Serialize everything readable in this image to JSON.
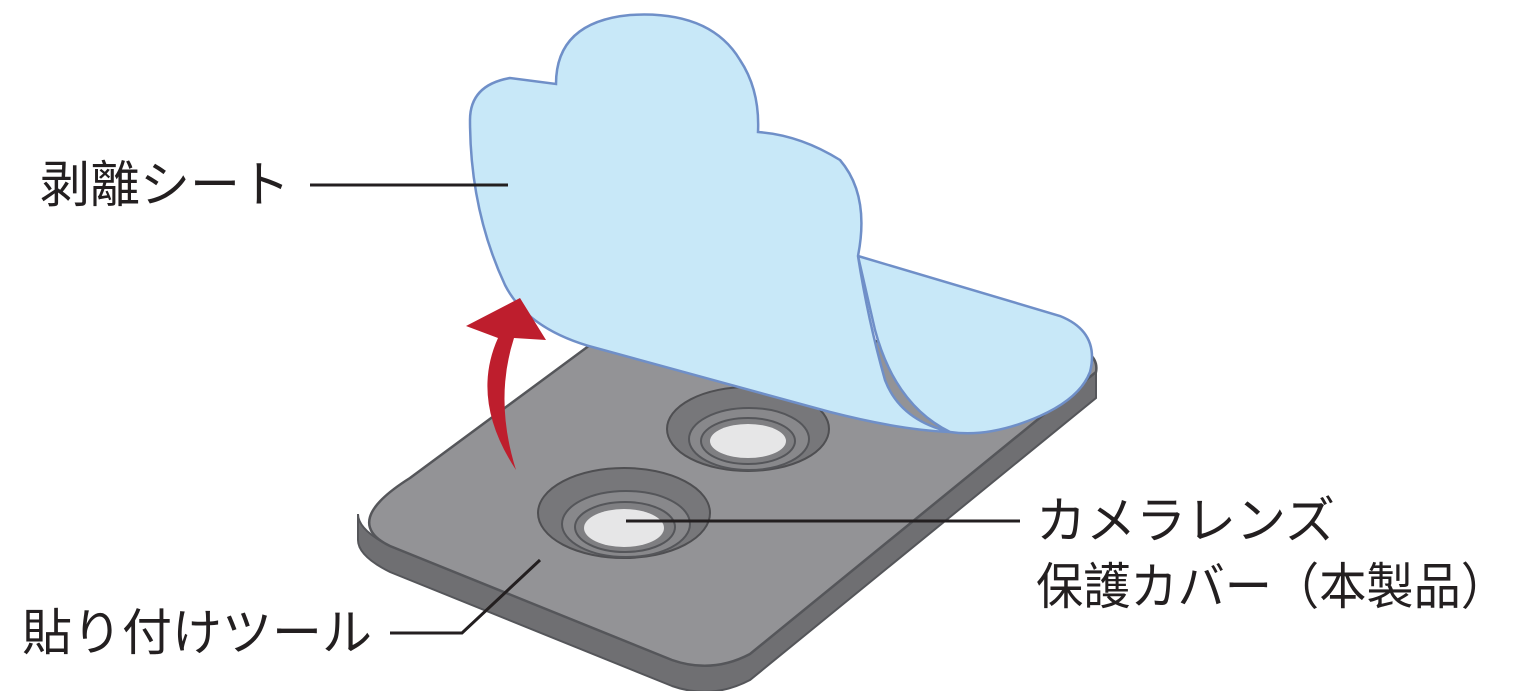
{
  "labels": {
    "release_sheet": "剥離シート",
    "lens_cover_line1": "カメラレンズ",
    "lens_cover_line2": "保護カバー（本製品）",
    "application_tool": "貼り付けツール"
  },
  "colors": {
    "tool_top": "#939396",
    "tool_edge": "#6f6f72",
    "tool_outline": "#55565a",
    "lens_ring_outer": "#77777a",
    "lens_ring_inner": "#88888b",
    "lens_glass": "#e6e6e7",
    "sheet_fill": "#c8e8f8",
    "sheet_outline": "#6f8fc8",
    "arrow": "#be1e2d",
    "text": "#231f20"
  },
  "icons": {
    "peel_arrow": "curved-up-arrow-icon"
  }
}
